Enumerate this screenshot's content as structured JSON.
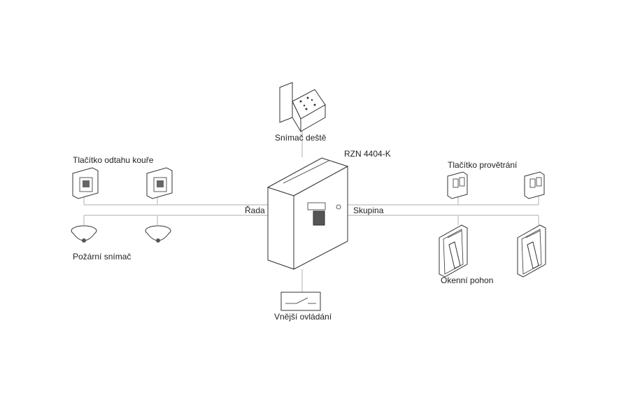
{
  "labels": {
    "rain_sensor": "Snímač deště",
    "controller": "RZN 4404-K",
    "smoke_button": "Tlačítko odtahu kouře",
    "fire_detector": "Požární snímač",
    "line": "Řada",
    "group": "Skupina",
    "vent_button": "Tlačítko provětrání",
    "window_actuator": "Okenní pohon",
    "external_control": "Vnější ovládání"
  }
}
